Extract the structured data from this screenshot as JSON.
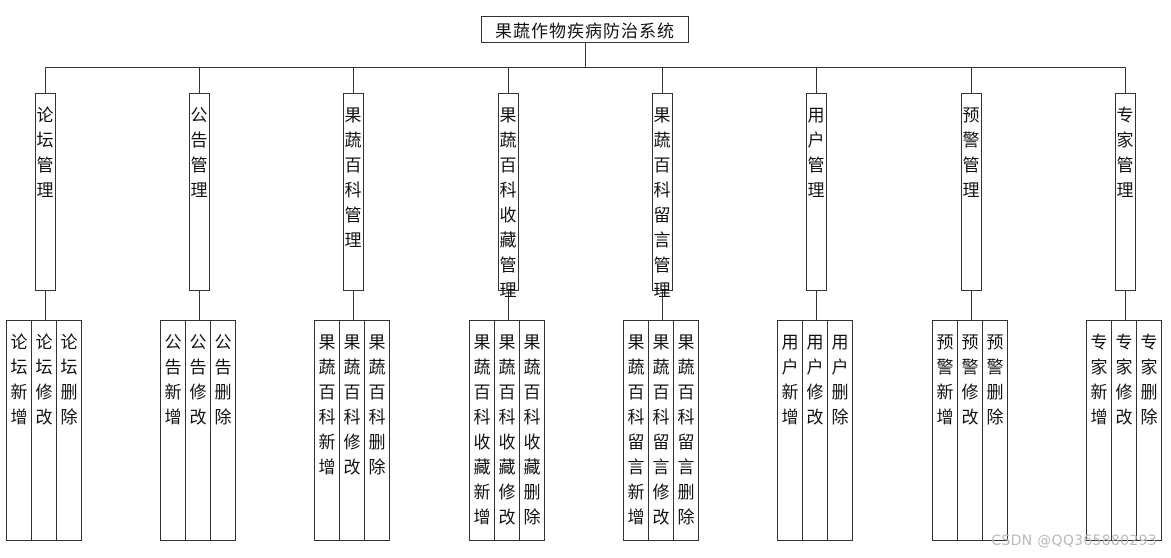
{
  "root": {
    "label": "果蔬作物疾病防治系统"
  },
  "modules": [
    {
      "label": "论坛管理",
      "children": [
        "论坛新增",
        "论坛修改",
        "论坛删除"
      ]
    },
    {
      "label": "公告管理",
      "children": [
        "公告新增",
        "公告修改",
        "公告删除"
      ]
    },
    {
      "label": "果蔬百科管理",
      "children": [
        "果蔬百科新增",
        "果蔬百科修改",
        "果蔬百科删除"
      ]
    },
    {
      "label": "果蔬百科收藏管理",
      "children": [
        "果蔬百科收藏新增",
        "果蔬百科收藏修改",
        "果蔬百科收藏删除"
      ]
    },
    {
      "label": "果蔬百科留言管理",
      "children": [
        "果蔬百科留言新增",
        "果蔬百科留言修改",
        "果蔬百科留言删除"
      ]
    },
    {
      "label": "用户管理",
      "children": [
        "用户新增",
        "用户修改",
        "用户删除"
      ]
    },
    {
      "label": "预警管理",
      "children": [
        "预警新增",
        "预警修改",
        "预警删除"
      ]
    },
    {
      "label": "专家管理",
      "children": [
        "专家新增",
        "专家修改",
        "专家删除"
      ]
    }
  ],
  "watermark": "CSDN @QQ365880293"
}
